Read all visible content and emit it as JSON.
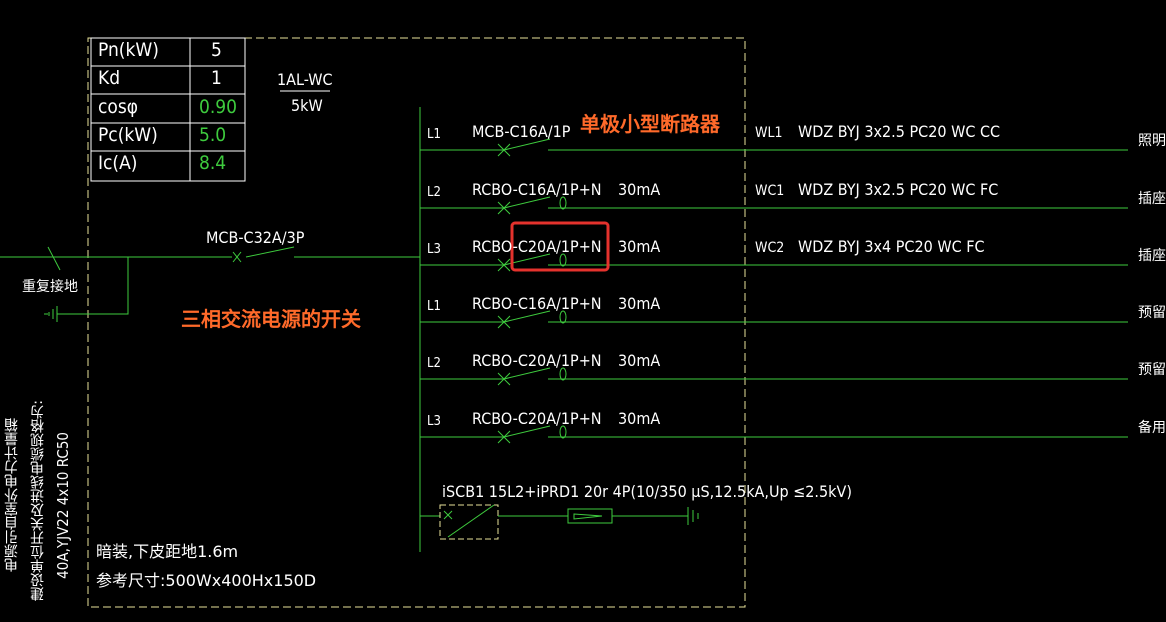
{
  "params": {
    "rows": [
      {
        "label": "Pn(kW)",
        "value": "5"
      },
      {
        "label": "Kd",
        "value": "1"
      },
      {
        "label": "cosφ",
        "value": "0.90"
      },
      {
        "label": "Pc(kW)",
        "value": "5.0"
      },
      {
        "label": "Ic(A)",
        "value": "8.4"
      }
    ]
  },
  "panel": {
    "name": "1AL-WC",
    "power": "5kW"
  },
  "main_breaker": {
    "label": "MCB-C32A/3P",
    "note": "三相交流电源的开关"
  },
  "grounding": "重复接地",
  "branch_note": "单极小型断路器",
  "branches": [
    {
      "phase": "L1",
      "device": "MCB-C16A/1P",
      "rcd": "",
      "circuit": "WL1",
      "cable": "WDZ BYJ 3x2.5 PC20 WC CC",
      "load": "照明"
    },
    {
      "phase": "L2",
      "device": "RCBO-C16A/1P+N",
      "rcd": "30mA",
      "circuit": "WC1",
      "cable": "WDZ BYJ 3x2.5 PC20 WC FC",
      "load": "插座"
    },
    {
      "phase": "L3",
      "device": "RCBO-C20A/1P+N",
      "rcd": "30mA",
      "circuit": "WC2",
      "cable": "WDZ BYJ 3x4 PC20 WC FC",
      "load": "插座"
    },
    {
      "phase": "L1",
      "device": "RCBO-C16A/1P+N",
      "rcd": "30mA",
      "circuit": "",
      "cable": "",
      "load": "预留"
    },
    {
      "phase": "L2",
      "device": "RCBO-C20A/1P+N",
      "rcd": "30mA",
      "circuit": "",
      "cable": "",
      "load": "预留"
    },
    {
      "phase": "L3",
      "device": "RCBO-C20A/1P+N",
      "rcd": "30mA",
      "circuit": "",
      "cable": "",
      "load": "备用"
    }
  ],
  "spd": {
    "label": "iSCB1 15L2+iPRD1 20r 4P(10/350 μS,12.5kA,Up ≤2.5kV)"
  },
  "install": {
    "line1": "暗装,下皮距地1.6m",
    "line2": "参考尺寸:500Wx400Hx150D"
  },
  "incoming": {
    "line1": "电源引自室外电力计量箱",
    "line2": "建设单位开关及进线电缆规格为:",
    "line3": "40A,YJV22 4x10 RC50"
  },
  "colors": {
    "wire": "#3ecb3e",
    "frame": "#e8e29a",
    "highlight": "#e5322d",
    "note": "#ff6a2a"
  }
}
